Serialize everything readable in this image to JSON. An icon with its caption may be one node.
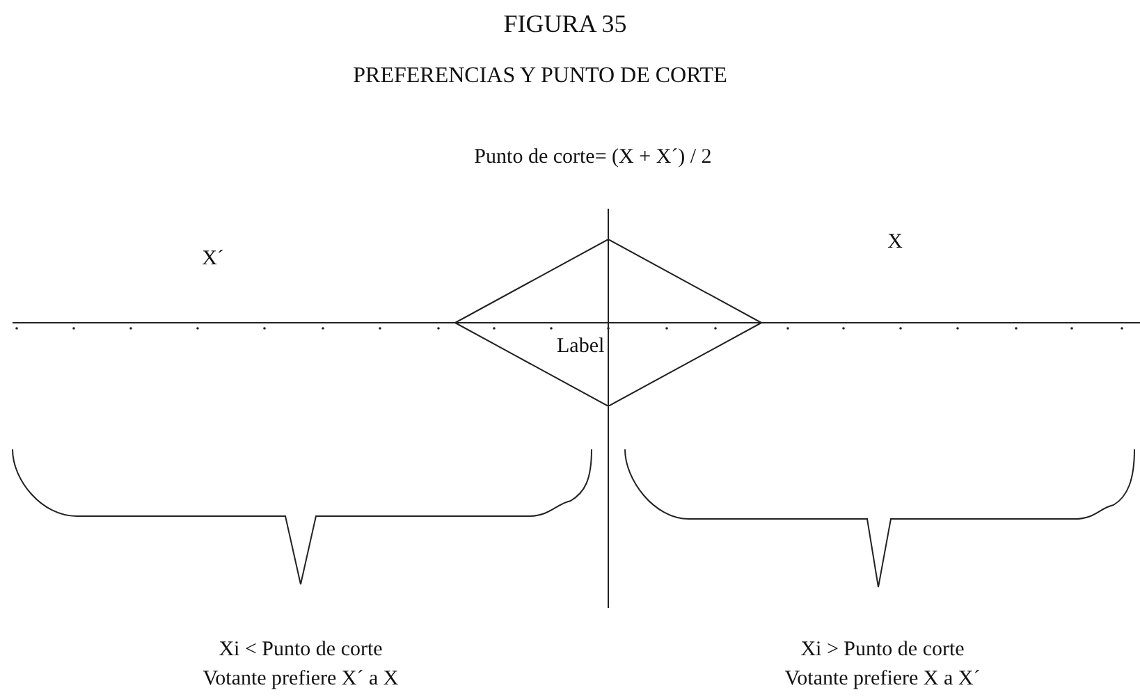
{
  "diagram": {
    "title": "FIGURA 35",
    "nodes": [
      {
        "text": [
          "Label"
        ]
      }
    ],
    "labels": [
      "PREFERENCIAS Y PUNTO DE CORTE",
      "Punto de corte= (X + X´) / 2",
      "X´",
      "X",
      "Xi < Punto de corte",
      "Votante prefiere X´ a X",
      "Xi > Punto de corte",
      "Votante prefiere X a X´"
    ]
  }
}
